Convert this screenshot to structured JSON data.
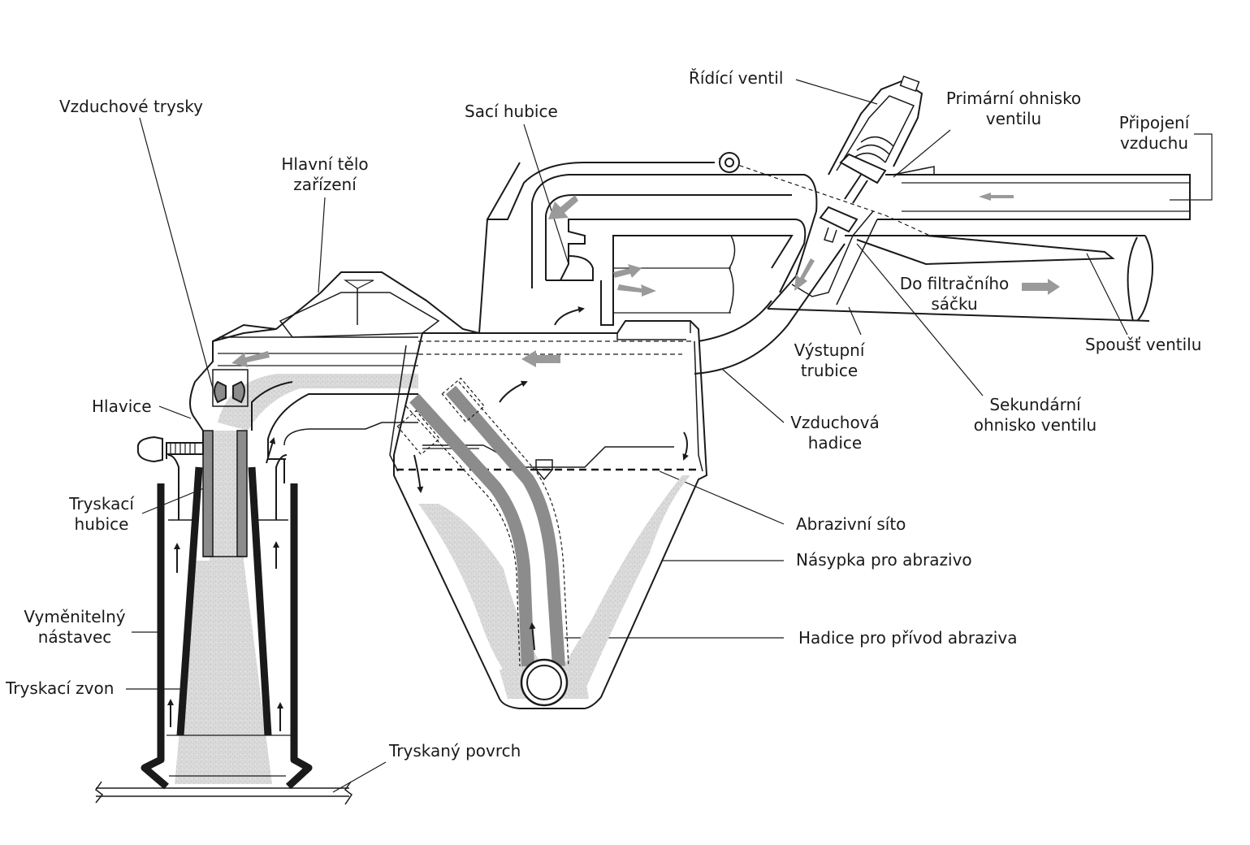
{
  "labels": {
    "ridici_ventil": "Řídící ventil",
    "primarni_ohnisko": "Primární ohnisko ventilu",
    "pripojeni_vzduchu": "Připojení vzduchu",
    "vzduchove_trysky": "Vzduchové trysky",
    "saci_hubice": "Sací hubice",
    "hlavni_telo": "Hlavní tělo zařízení",
    "do_filtracniho": "Do filtračního sáčku",
    "spoust_ventilu": "Spoušť ventilu",
    "vystupni_trubice": "Výstupní trubice",
    "hlavice": "Hlavice",
    "sekundarni_ohnisko": "Sekundární ohnisko ventilu",
    "vzduchova_hadice": "Vzduchová hadice",
    "tryskaci_hubice": "Tryskací hubice",
    "abrazivni_sito": "Abrazivní síto",
    "nasypka": "Násypka pro abrazivo",
    "vymenitelny_nastavec": "Vyměnitelný nástavec",
    "hadice_privod": "Hadice pro přívod abraziva",
    "tryskaci_zvon": "Tryskací zvon",
    "tryskany_povrch": "Tryskaný povrch"
  },
  "colors": {
    "line": "#1a1a1a",
    "abrasive": "#d6d6d6",
    "flow_arrow": "#9a9a9a",
    "nozzle": "#8c8c8c"
  }
}
